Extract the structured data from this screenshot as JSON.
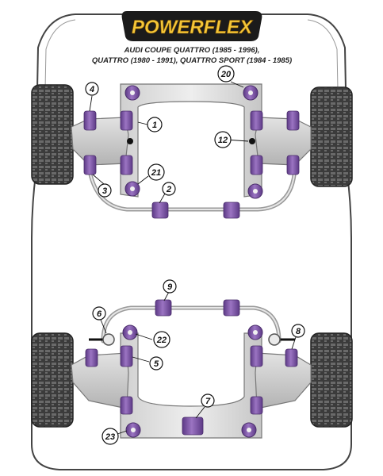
{
  "header": {
    "brand": "POWERFLEX",
    "subtitle_line1": "AUDI COUPE QUATTRO (1985 - 1996),",
    "subtitle_line2": "QUATTRO (1980 - 1991), QUATTRO SPORT (1984 - 1985)"
  },
  "colors": {
    "bushing_purple": "#7d53a3",
    "logo_yellow": "#f4c73a",
    "tyre_dark": "#3a3a3a",
    "car_outline": "#444444"
  },
  "callouts": {
    "c1": "1",
    "c2": "2",
    "c3": "3",
    "c4": "4",
    "c5": "5",
    "c6": "6",
    "c7": "7",
    "c8": "8",
    "c9": "9",
    "c12": "12",
    "c20": "20",
    "c21": "21",
    "c22": "22",
    "c23": "23"
  }
}
